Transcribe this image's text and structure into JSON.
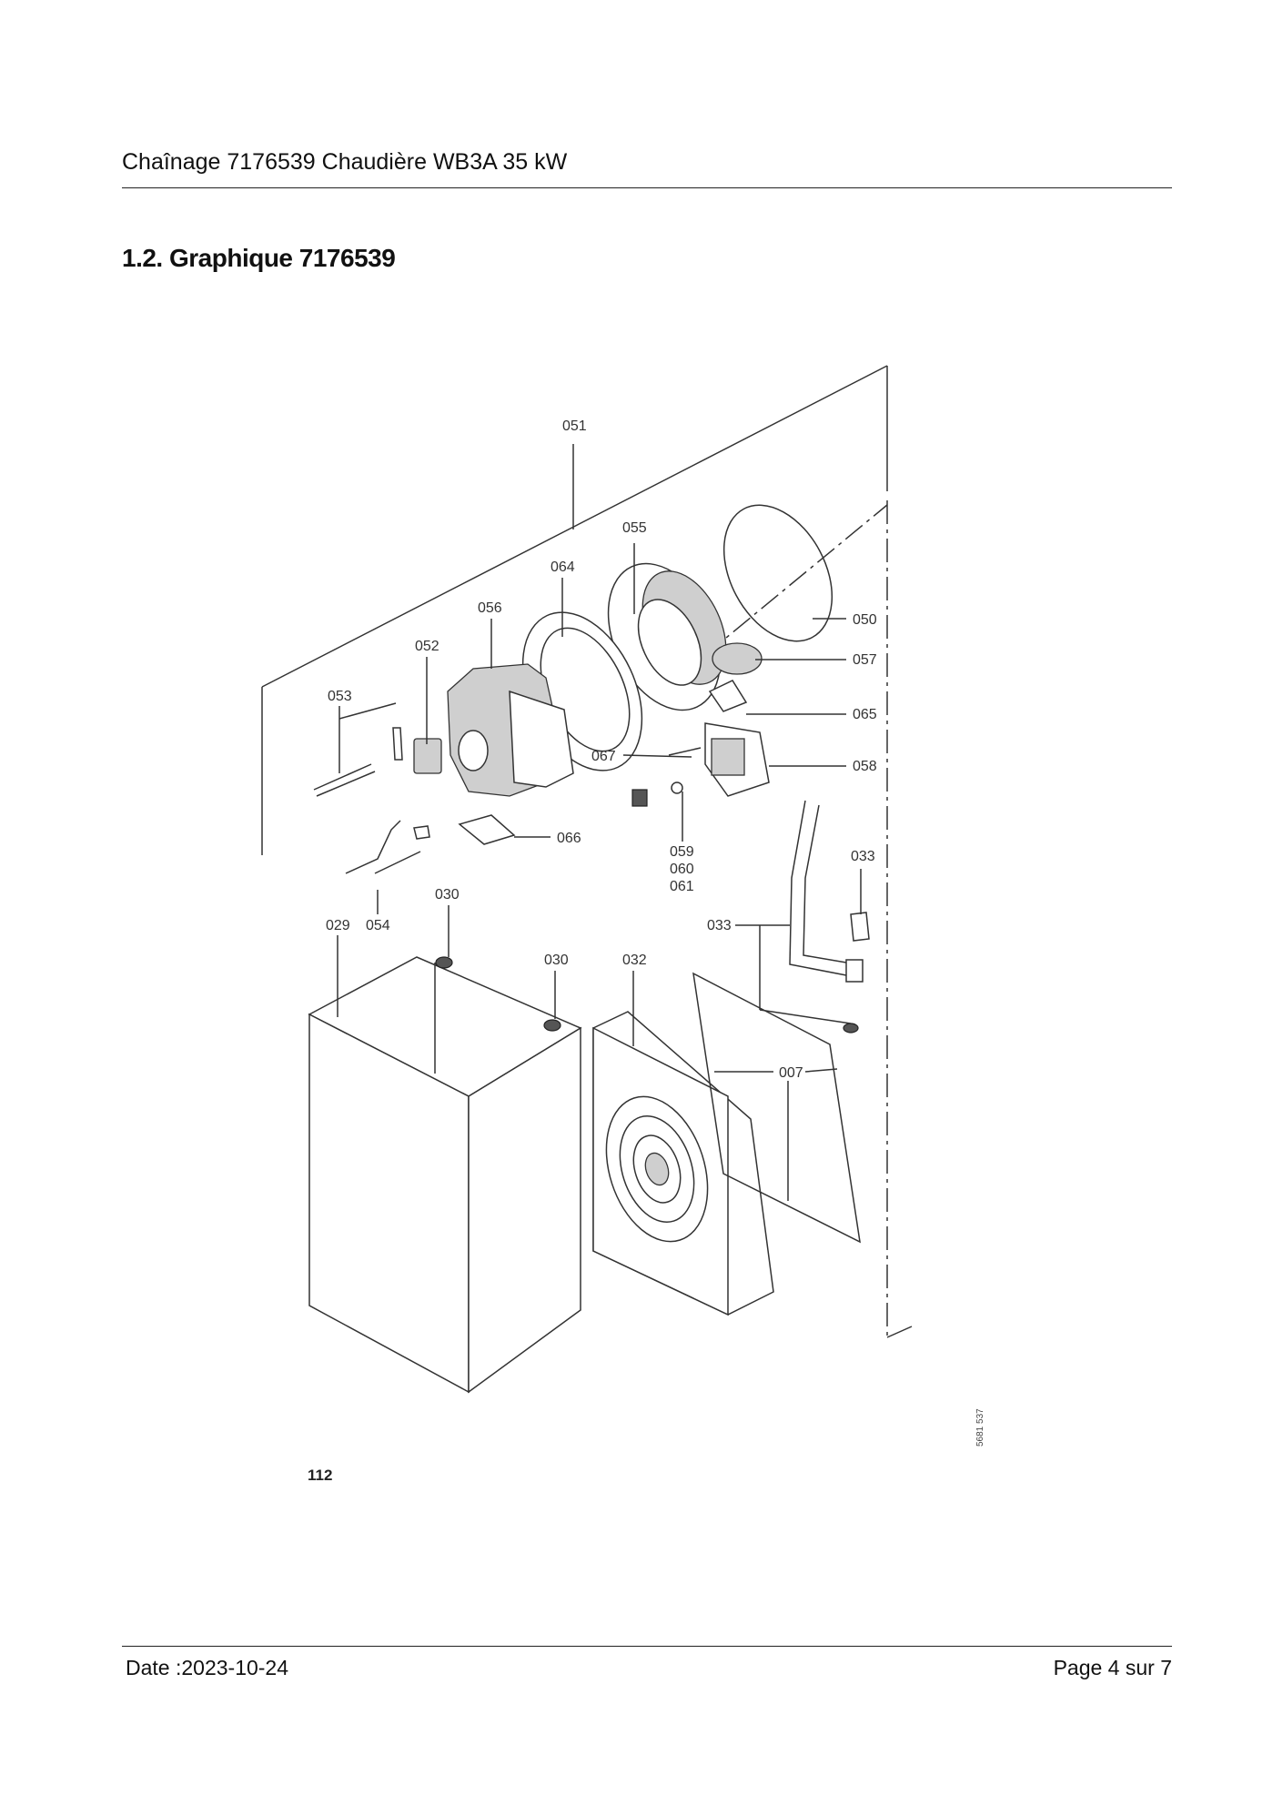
{
  "header": {
    "title": "Chaînage 7176539 Chaudière  WB3A  35 kW"
  },
  "section": {
    "title": "1.2. Graphique 7176539"
  },
  "diagram": {
    "labels": {
      "l051": "051",
      "l055": "055",
      "l064": "064",
      "l056": "056",
      "l052": "052",
      "l053": "053",
      "l050": "050",
      "l057": "057",
      "l065": "065",
      "l067": "067",
      "l058": "058",
      "l066": "066",
      "l059": "059",
      "l060": "060",
      "l061": "061",
      "l033a": "033",
      "l033b": "033",
      "l030a": "030",
      "l030b": "030",
      "l029": "029",
      "l054": "054",
      "l032": "032",
      "l007": "007"
    },
    "figure_number": "112",
    "drawing_ref": "5681 537"
  },
  "footer": {
    "date": "Date :2023-10-24",
    "page": "Page 4 sur   7"
  }
}
